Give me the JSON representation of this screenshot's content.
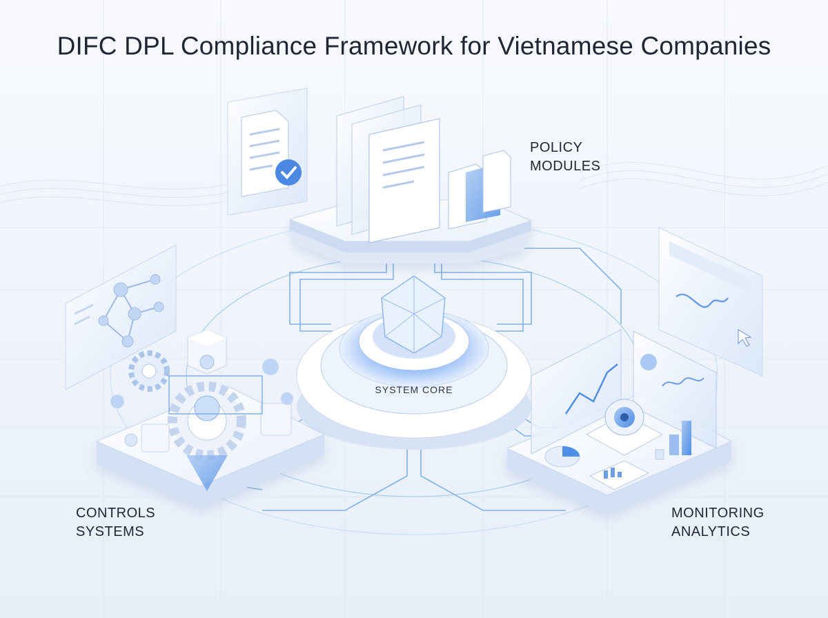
{
  "title": "DIFC DPL Compliance Framework for Vietnamese Companies",
  "nodes": {
    "policy": {
      "line1": "POLICY",
      "line2": "MODULES"
    },
    "controls": {
      "line1": "CONTROLS",
      "line2": "SYSTEMS"
    },
    "monitoring": {
      "line1": "MONITORING",
      "line2": "ANALYTICS"
    },
    "core": {
      "label": "SYSTEM CORE"
    }
  },
  "icons": [
    "document-check-icon",
    "document-stack-icon",
    "network-graph-icon",
    "gear-icon",
    "line-chart-icon",
    "eye-icon",
    "bar-chart-icon",
    "pie-chart-icon",
    "cursor-icon",
    "polyhedron-icon"
  ],
  "colors": {
    "accent": "#3f7fe0",
    "circuit": "#7fb0ec",
    "platform": "#ffffff",
    "text": "#1f2533"
  }
}
